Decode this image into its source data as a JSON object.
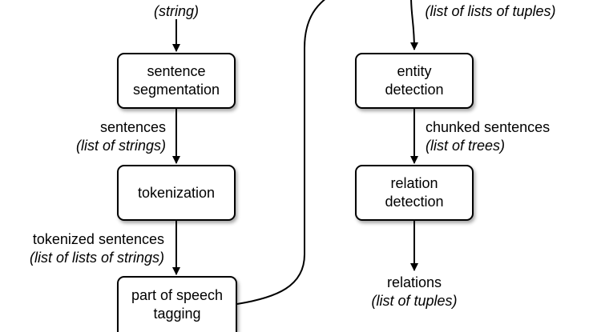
{
  "left_column": {
    "input_type": "(string)",
    "boxes": [
      {
        "line1": "sentence",
        "line2": "segmentation"
      },
      {
        "line1": "tokenization",
        "line2": ""
      },
      {
        "line1": "part of speech",
        "line2": "tagging"
      }
    ],
    "edge_labels": [
      {
        "name": "sentences",
        "type": "(list of strings)"
      },
      {
        "name": "tokenized sentences",
        "type": "(list of lists of strings)"
      }
    ]
  },
  "right_column": {
    "input_type": "(list of lists of tuples)",
    "boxes": [
      {
        "line1": "entity",
        "line2": "detection"
      },
      {
        "line1": "relation",
        "line2": "detection"
      }
    ],
    "edge_labels": [
      {
        "name": "chunked sentences",
        "type": "(list of trees)"
      }
    ],
    "output": {
      "name": "relations",
      "type": "(list of tuples)"
    }
  }
}
